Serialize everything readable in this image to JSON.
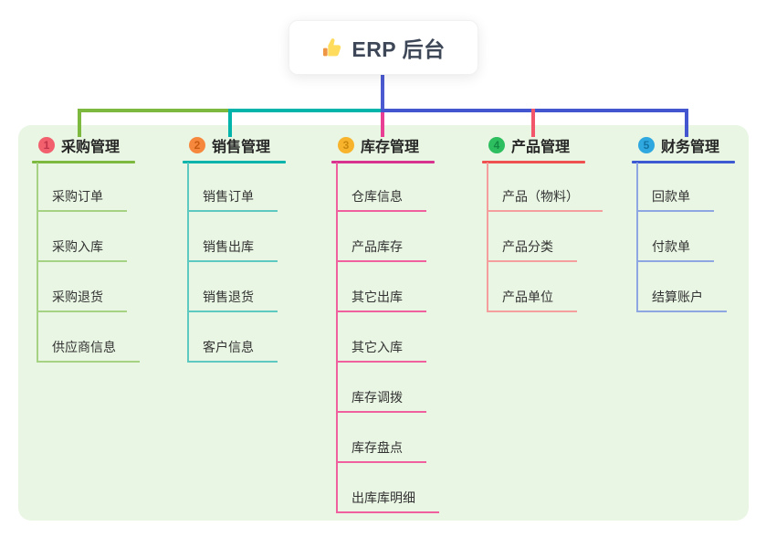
{
  "root": {
    "label": "ERP 后台",
    "icon": "thumbs-up-icon"
  },
  "branches": [
    {
      "badge_number": "1",
      "label": "采购管理",
      "colors": {
        "badge": "#f25f6d",
        "badge_digit": "#bf334a",
        "line": "#7cb93e",
        "child_line": "#a6d383"
      },
      "children": [
        "采购订单",
        "采购入库",
        "采购退货",
        "供应商信息"
      ]
    },
    {
      "badge_number": "2",
      "label": "销售管理",
      "colors": {
        "badge": "#f6883e",
        "badge_digit": "#c85a12",
        "line": "#00b3ab",
        "child_line": "#5ec9c0"
      },
      "children": [
        "销售订单",
        "销售出库",
        "销售退货",
        "客户信息"
      ]
    },
    {
      "badge_number": "3",
      "label": "库存管理",
      "colors": {
        "badge": "#f7b32b",
        "badge_digit": "#c9880e",
        "line": "#d8348f",
        "child_line": "#f0609f"
      },
      "children": [
        "仓库信息",
        "产品库存",
        "其它出库",
        "其它入库",
        "库存调拨",
        "库存盘点",
        "出库库明细"
      ]
    },
    {
      "badge_number": "4",
      "label": "产品管理",
      "colors": {
        "badge": "#2dbe60",
        "badge_digit": "#128a42",
        "line": "#ef5050",
        "child_line": "#f59e9e"
      },
      "children": [
        "产品（物料）",
        "产品分类",
        "产品单位"
      ]
    },
    {
      "badge_number": "5",
      "label": "财务管理",
      "colors": {
        "badge": "#2fa8df",
        "badge_digit": "#1173a3",
        "line": "#3d5ad3",
        "child_line": "#8ea6e2"
      },
      "children": [
        "回款单",
        "付款单",
        "结算账户"
      ]
    }
  ],
  "connectors": {
    "root_line": "#4b5ad1",
    "green_segment": "#7cb93e",
    "teal_segment": "#00b3ab",
    "blue_segment": "#4456cf",
    "magenta_drop": "#e83e93",
    "red_drop": "#f2566a"
  },
  "canvas": {
    "container_bg": "#e9f6e3",
    "root_text_color": "#3d4757"
  }
}
